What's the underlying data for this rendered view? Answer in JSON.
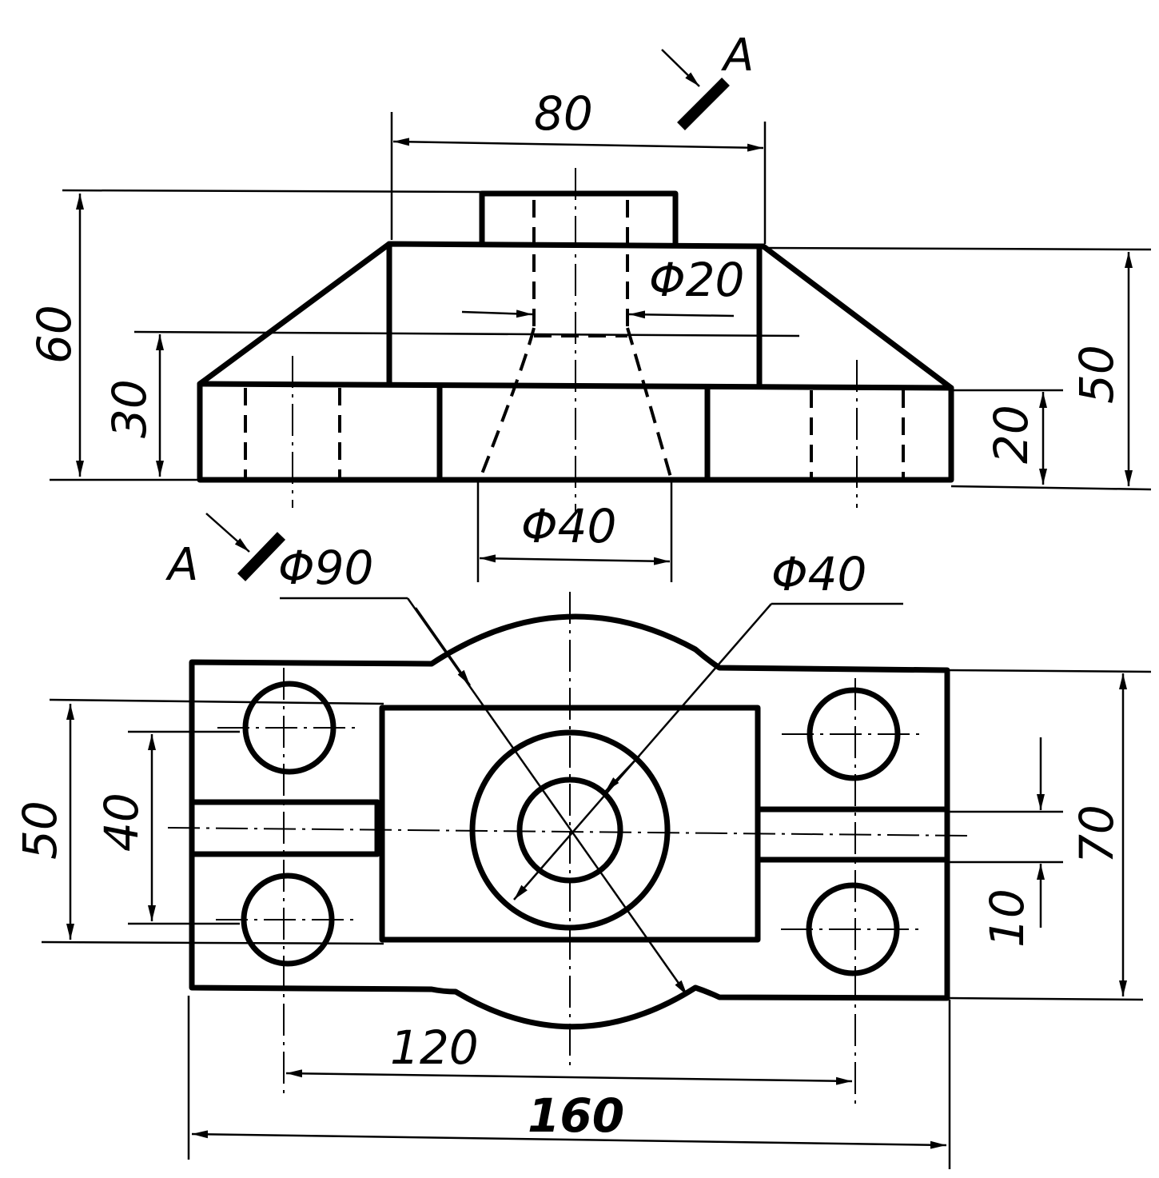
{
  "dimensions": {
    "d80": "80",
    "d60": "60",
    "d30": "30",
    "d50_front": "50",
    "d20": "20",
    "phi20": "Φ20",
    "phi40_front": "Φ40",
    "phi90": "Φ90",
    "phi40_top": "Φ40",
    "d50_top": "50",
    "d40": "40",
    "d70": "70",
    "d10": "10",
    "d120": "120",
    "d160": "160"
  },
  "section_marks": {
    "upper": "A",
    "lower": "A"
  }
}
